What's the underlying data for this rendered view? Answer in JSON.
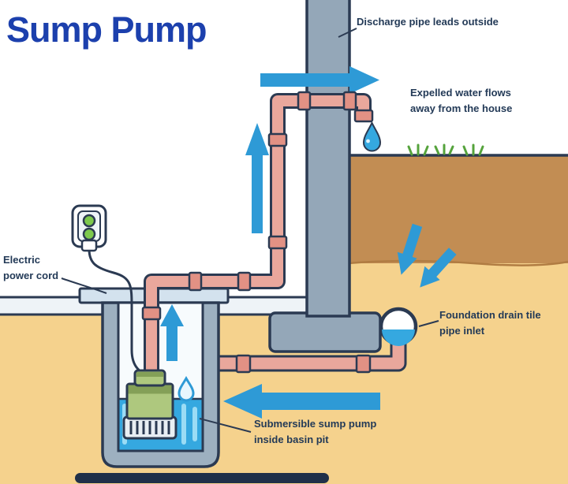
{
  "title": "Sump Pump",
  "labels": {
    "discharge": "Discharge pipe leads outside",
    "extension": "Expelled water flows\naway from the house",
    "drain_tile": "Foundation drain tile\npipe inlet",
    "pump": "Submersible sump pump\ninside basin pit",
    "power": "Electric\npower cord"
  },
  "colors": {
    "title_blue": "#1c40ad",
    "label_navy": "#233a57",
    "outline_navy": "#2b3a52",
    "wall_gray": "#94a7b8",
    "pit_gray": "#9db0c0",
    "rim_light": "#d3e2ee",
    "slab_light": "#eef3f7",
    "soil_brown": "#c28d53",
    "soil_tan": "#f5d28d",
    "pipe_pink": "#e9a79c",
    "pipe_fitting": "#e29184",
    "water_blue": "#35a8e0",
    "water_light": "#9bdcf5",
    "arrow_blue": "#2e9ad6",
    "pump_green": "#aec87e",
    "pump_olive": "#84a057",
    "socket_green": "#7dc94c",
    "grass_green": "#55a33c",
    "bottom_bar_navy": "#203049"
  },
  "icons": {
    "water_drop": "teardrop",
    "flow_arrows": "solid-blue-arrows",
    "outlet": "duplex-power-outlet"
  }
}
